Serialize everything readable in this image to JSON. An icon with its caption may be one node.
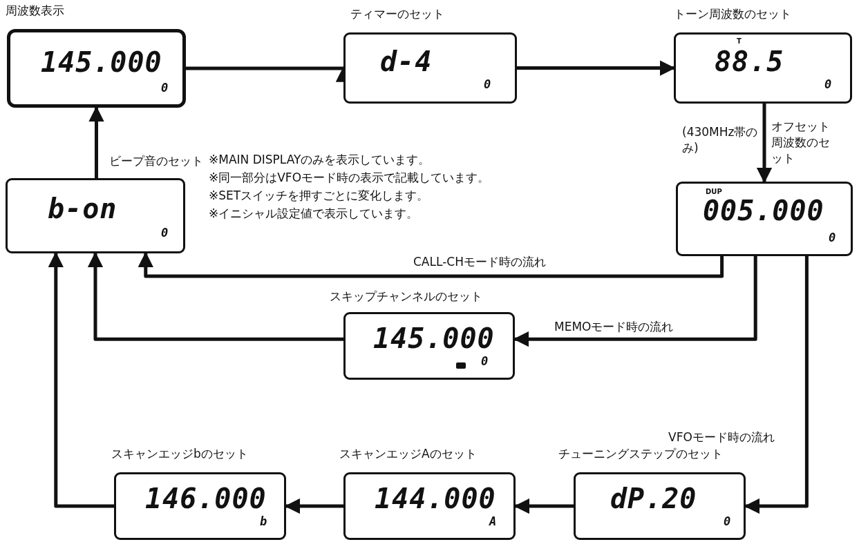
{
  "diagram": {
    "nodes": [
      {
        "text": [
          "周波数表示",
          "145.000",
          "0"
        ]
      },
      {
        "text": [
          "ティマーのセット",
          "d-4",
          "0"
        ]
      },
      {
        "text": [
          "トーン周波数のセット",
          "T",
          "88.5",
          "0"
        ]
      },
      {
        "text": [
          "DUP",
          "005.000",
          "0"
        ]
      },
      {
        "text": [
          "ビープ音のセット",
          "b-on",
          "0"
        ]
      },
      {
        "text": [
          "スキップチャンネルのセット",
          "145.000",
          "0"
        ]
      },
      {
        "text": [
          "チューニングステップのセット",
          "dP.20",
          "0"
        ]
      },
      {
        "text": [
          "スキャンエッジAのセット",
          "144.000",
          "A"
        ]
      },
      {
        "text": [
          "スキャンエッジbのセット",
          "146.000",
          "b"
        ]
      }
    ],
    "edges": [
      {
        "from": 0,
        "to": 1,
        "arrow": "to"
      },
      {
        "from": 1,
        "to": 2,
        "arrow": "to"
      },
      {
        "from": 2,
        "to": 3,
        "arrow": "to",
        "label": "オフセット周波数のセット"
      },
      {
        "from": 3,
        "to": 4,
        "arrow": "to",
        "label": "CALL-CHモード時の流れ"
      },
      {
        "from": 3,
        "to": 5,
        "arrow": "to",
        "label": "MEMOモード時の流れ"
      },
      {
        "from": 5,
        "to": 4,
        "arrow": "to"
      },
      {
        "from": 3,
        "to": 6,
        "arrow": "to",
        "label": "VFOモード時の流れ"
      },
      {
        "from": 6,
        "to": 7,
        "arrow": "to"
      },
      {
        "from": 7,
        "to": 8,
        "arrow": "to"
      },
      {
        "from": 8,
        "to": 4,
        "arrow": "to"
      },
      {
        "from": 4,
        "to": 0,
        "arrow": "to"
      }
    ],
    "labels": [
      "(430MHz帯のみ)",
      "※MAIN DISPLAYのみを表示しています。",
      "※同一部分はVFOモード時の表示で記載しています。",
      "※SETスイッチを押すごとに変化します。",
      "※イニシャル設定値で表示しています。"
    ]
  }
}
